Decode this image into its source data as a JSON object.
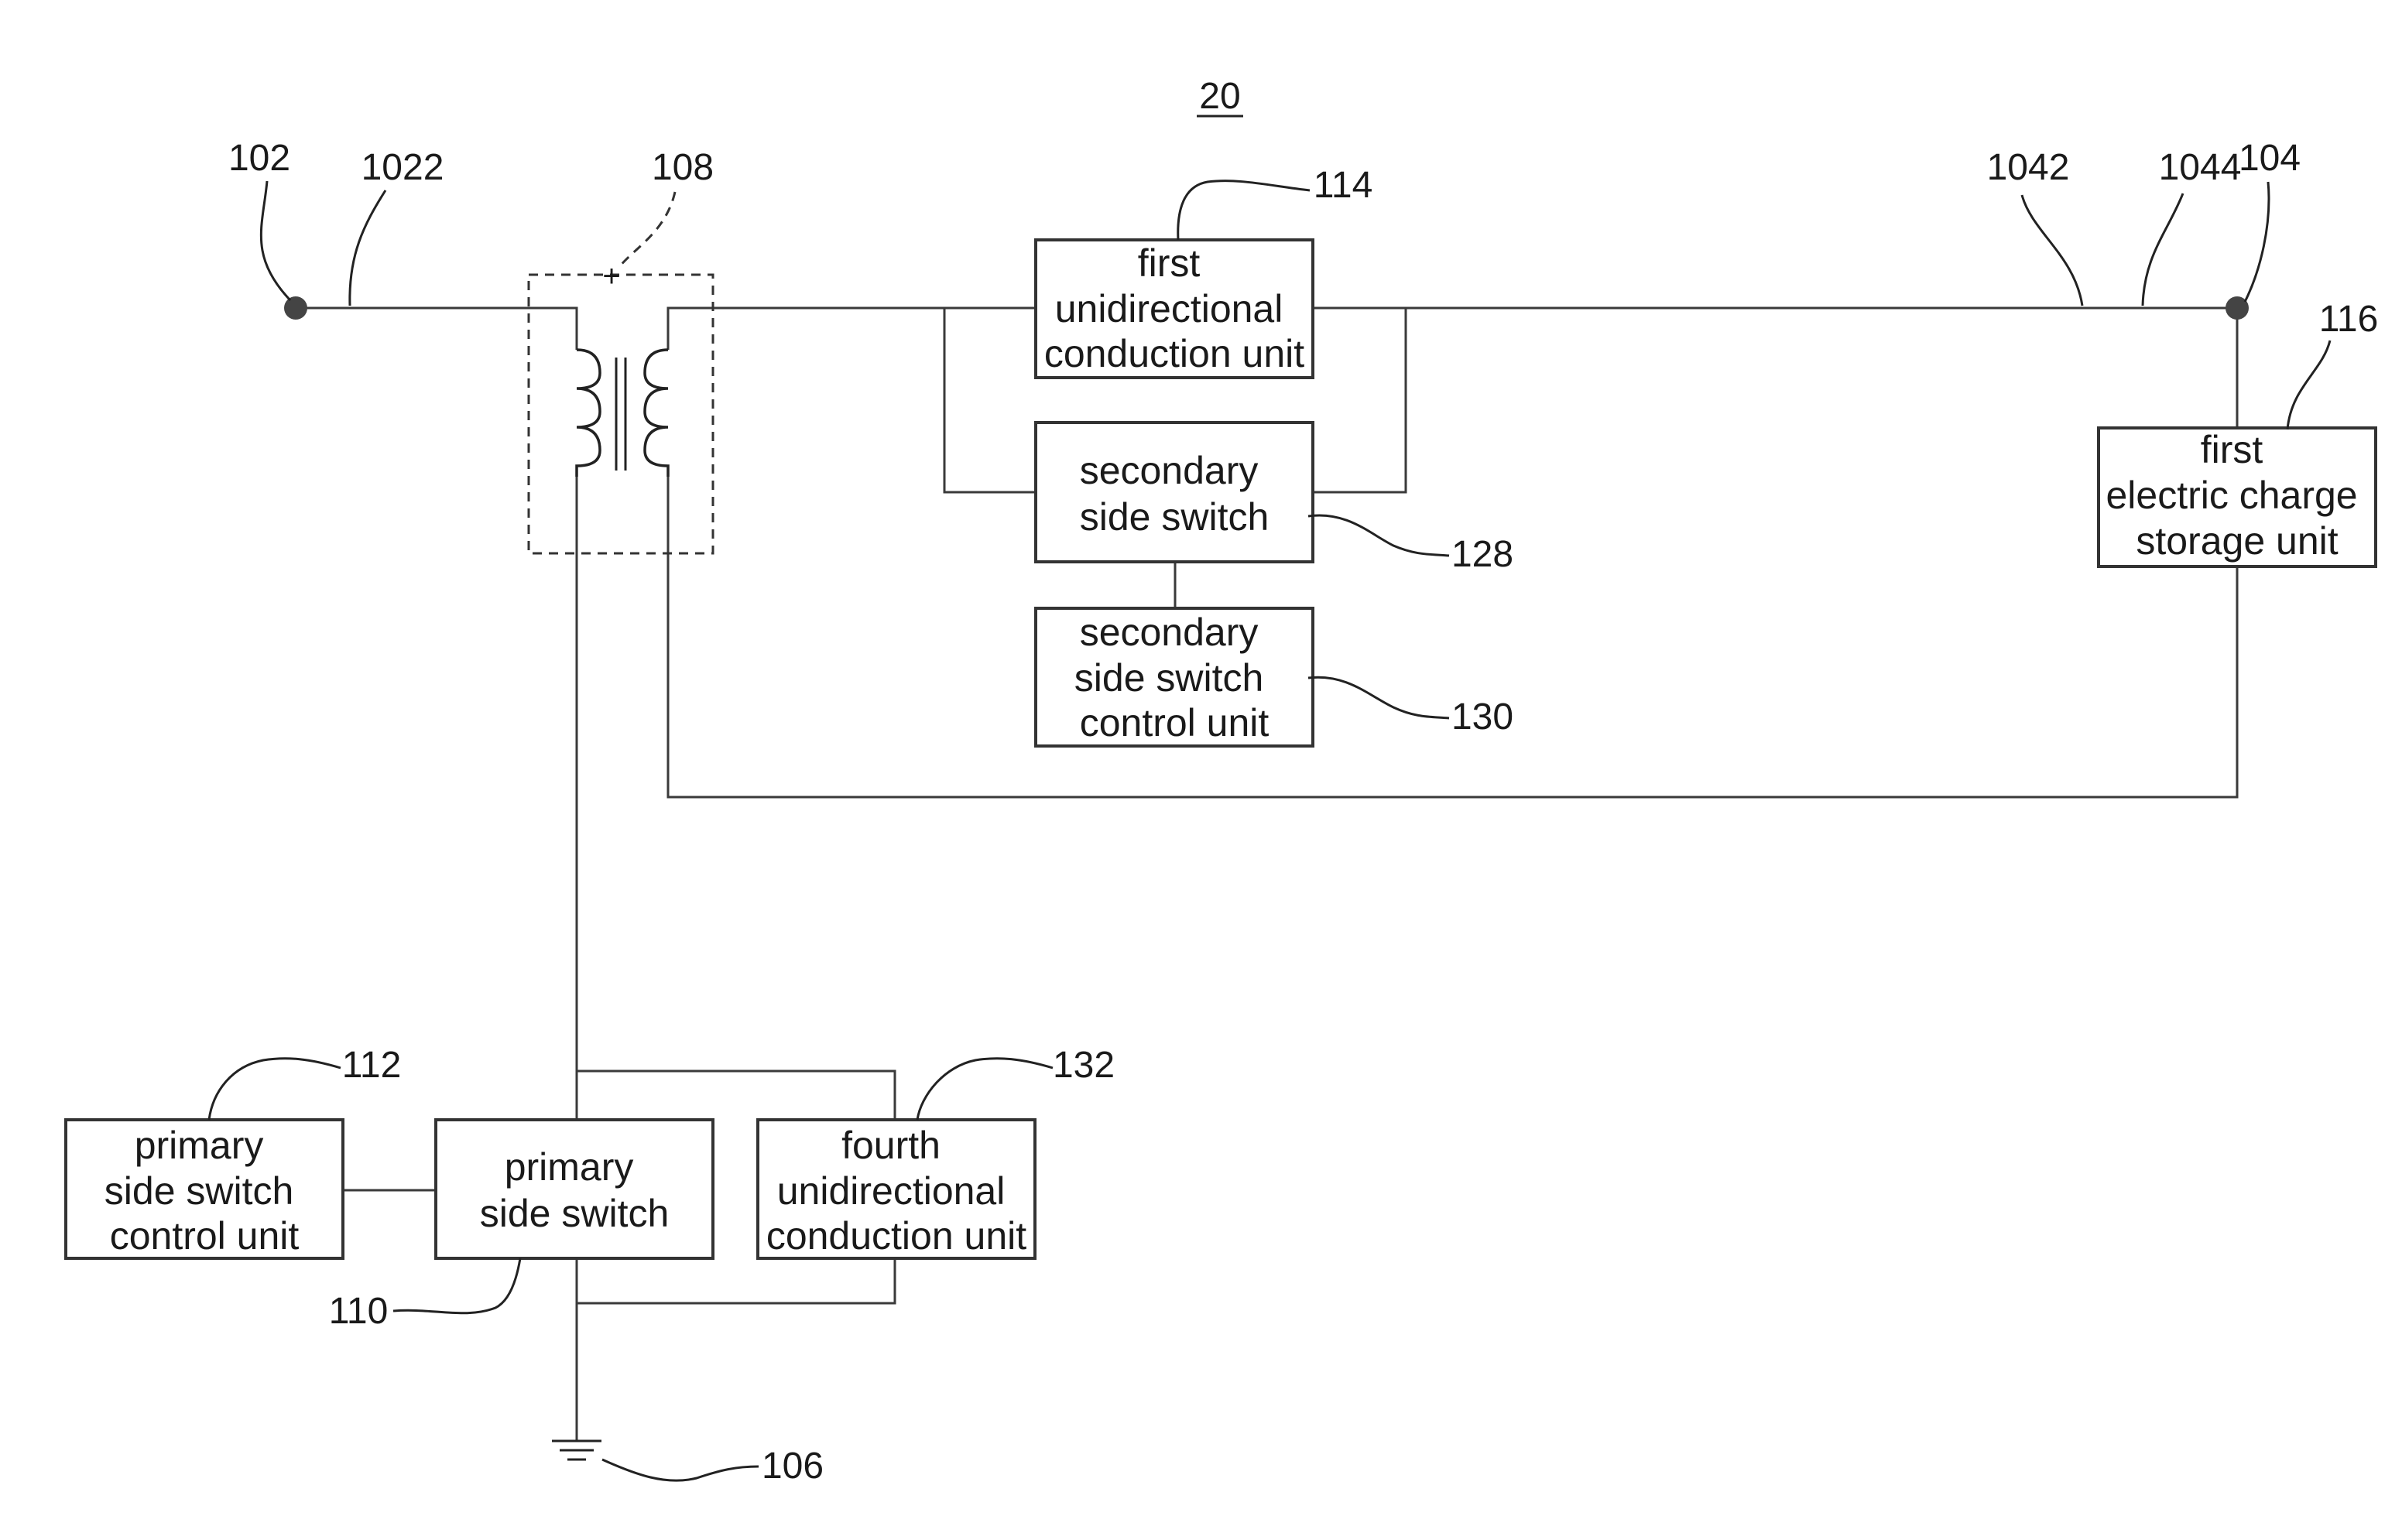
{
  "figure": {
    "number": "20"
  },
  "terminals": {
    "input": {
      "ref": "102",
      "line_ref": "1022"
    },
    "output": {
      "ref": "104",
      "line_refs": [
        "1042",
        "1044"
      ]
    },
    "ground": {
      "ref": "106"
    }
  },
  "transformer": {
    "ref": "108"
  },
  "blocks": {
    "first_unidirectional": {
      "ref": "114",
      "lines": [
        "first",
        "unidirectional",
        "conduction unit"
      ]
    },
    "secondary_side_switch": {
      "ref": "128",
      "lines": [
        "secondary",
        "side switch"
      ]
    },
    "secondary_side_switch_control": {
      "ref": "130",
      "lines": [
        "secondary",
        "side switch",
        "control unit"
      ]
    },
    "first_charge_storage": {
      "ref": "116",
      "lines": [
        "first",
        "electric charge",
        "storage unit"
      ]
    },
    "primary_side_switch_control": {
      "ref": "112",
      "lines": [
        "primary",
        "side switch",
        "control unit"
      ]
    },
    "primary_side_switch": {
      "ref": "110",
      "lines": [
        "primary",
        "side switch"
      ]
    },
    "fourth_unidirectional": {
      "ref": "132",
      "lines": [
        "fourth",
        "unidirectional",
        "conduction unit"
      ]
    }
  },
  "colors": {
    "line": "#333333",
    "terminal": "#444444",
    "background": "#ffffff"
  }
}
